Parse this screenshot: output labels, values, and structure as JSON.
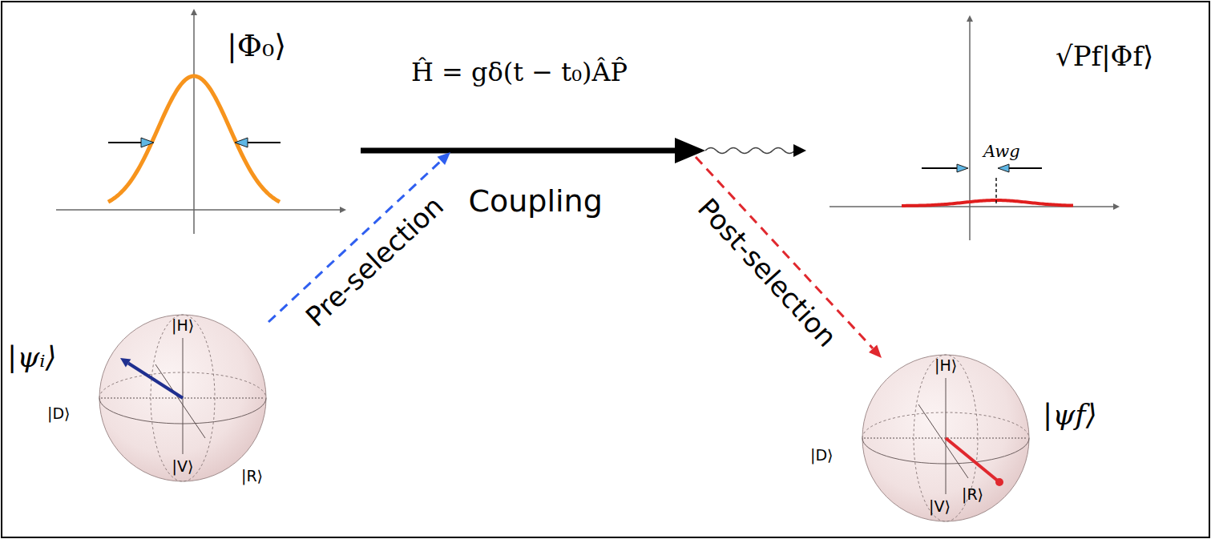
{
  "diagram": {
    "nodes": [
      {
        "text": [
          "|ψᵢ⟩",
          "|H⟩",
          "|D⟩",
          "|R⟩",
          "|V⟩"
        ]
      },
      {
        "text": [
          "|H⟩",
          "|D⟩",
          "|R⟩",
          "|V⟩",
          "|ψf⟩"
        ]
      }
    ],
    "labels": [
      "|Φ₀⟩",
      "Ĥ = gδ(t − t₀)ÂP̂",
      "√Pf|Φf⟩",
      "Awg",
      "Coupling",
      "Pre-selection",
      "Post-selection"
    ]
  }
}
